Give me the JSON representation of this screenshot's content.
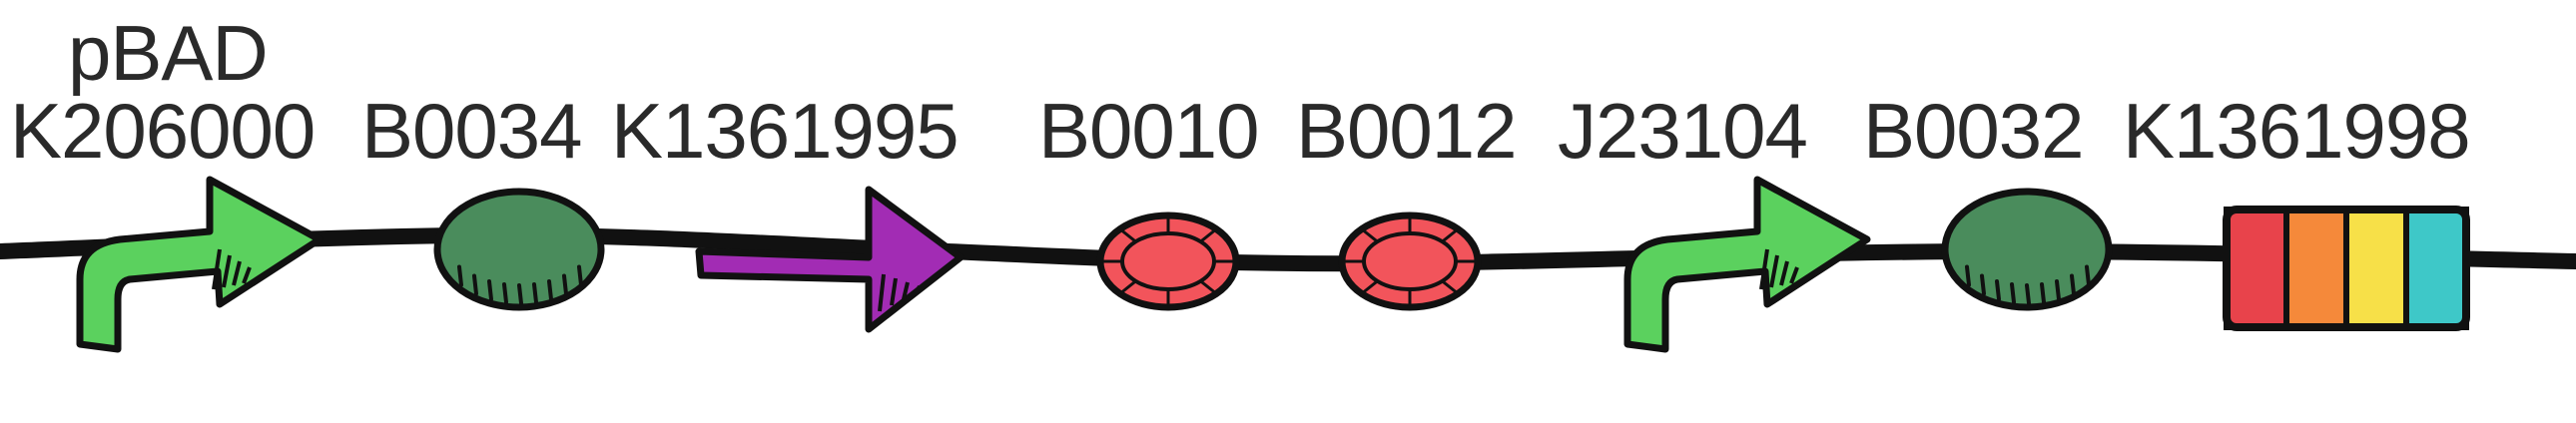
{
  "diagram": {
    "title": "pBAD",
    "parts": [
      {
        "name": "K206000",
        "type": "promoter",
        "color": "#5bd15e"
      },
      {
        "name": "B0034",
        "type": "rbs",
        "color": "#4a8c5c"
      },
      {
        "name": "K1361995",
        "type": "cds",
        "color": "#a22cb4"
      },
      {
        "name": "B0010",
        "type": "terminator",
        "color": "#f2545b"
      },
      {
        "name": "B0012",
        "type": "terminator",
        "color": "#f2545b"
      },
      {
        "name": "J23104",
        "type": "promoter",
        "color": "#5bd15e"
      },
      {
        "name": "B0032",
        "type": "rbs",
        "color": "#4a8c5c"
      },
      {
        "name": "K1361998",
        "type": "reporter-block",
        "colors": [
          "#e8434b",
          "#f5893a",
          "#f7e048",
          "#3ec8c8"
        ]
      }
    ],
    "colors": {
      "backbone": "#111111",
      "text": "#2a2a2a",
      "background": "#ffffff"
    }
  }
}
